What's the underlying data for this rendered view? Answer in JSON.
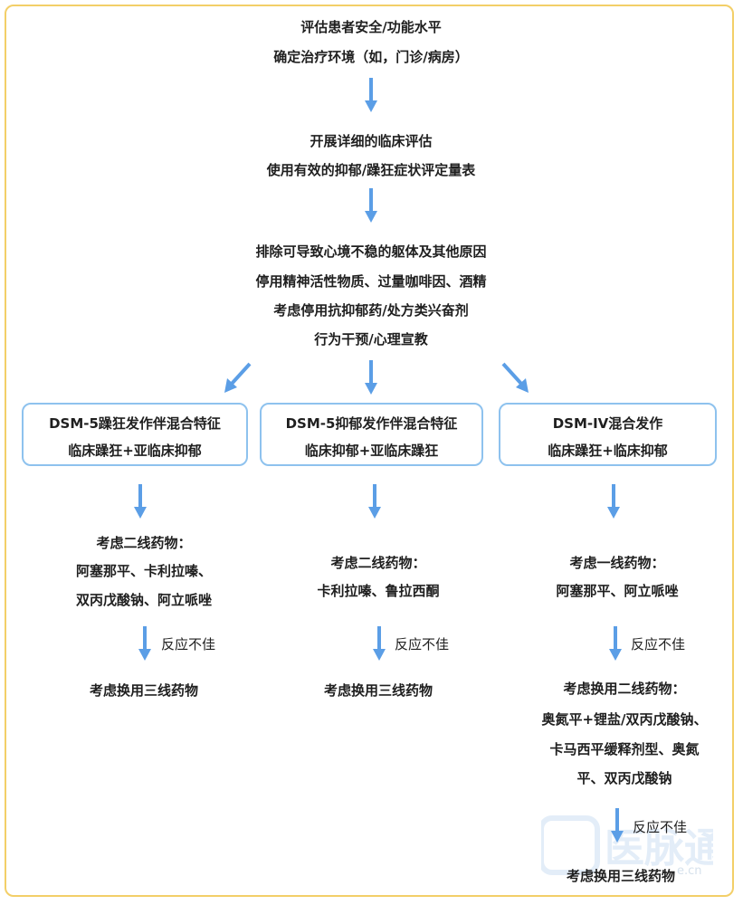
{
  "colors": {
    "frame": "#f3cf68",
    "arrow": "#5b9ee6",
    "box_border": "#8ec2ee",
    "watermark": "#e3edf8"
  },
  "steps": {
    "step1": [
      "评估患者安全/功能水平",
      "确定治疗环境（如，门诊/病房）"
    ],
    "step2": [
      "开展详细的临床评估",
      "使用有效的抑郁/躁狂症状评定量表"
    ],
    "step3": [
      "排除可导致心境不稳的躯体及其他原因",
      "停用精神活性物质、过量咖啡因、酒精",
      "考虑停用抗抑郁药/处方类兴奋剂",
      "行为干预/心理宣教"
    ]
  },
  "branches": [
    {
      "title": "DSM-5躁狂发作伴混合特征",
      "subtitle": "临床躁狂+亚临床抑郁",
      "treatment": [
        "考虑二线药物：",
        "阿塞那平、卡利拉嗪、",
        "双丙戊酸钠、阿立哌唑"
      ],
      "response": "反应不佳",
      "next": [
        "考虑换用三线药物"
      ]
    },
    {
      "title": "DSM-5抑郁发作伴混合特征",
      "subtitle": "临床抑郁+亚临床躁狂",
      "treatment": [
        "考虑二线药物：",
        "卡利拉嗪、鲁拉西酮"
      ],
      "response": "反应不佳",
      "next": [
        "考虑换用三线药物"
      ]
    },
    {
      "title": "DSM-IV混合发作",
      "subtitle": "临床躁狂+临床抑郁",
      "treatment": [
        "考虑一线药物：",
        "阿塞那平、阿立哌唑"
      ],
      "response": "反应不佳",
      "next": [
        "考虑换用二线药物：",
        "奥氮平+锂盐/双丙戊酸钠、",
        "卡马西平缓释剂型、奥氮",
        "平、双丙戊酸钠"
      ],
      "response2": "反应不佳",
      "final": "考虑换用三线药物"
    }
  ],
  "watermark": {
    "text": "医脉通",
    "suffix": "e.cn"
  }
}
